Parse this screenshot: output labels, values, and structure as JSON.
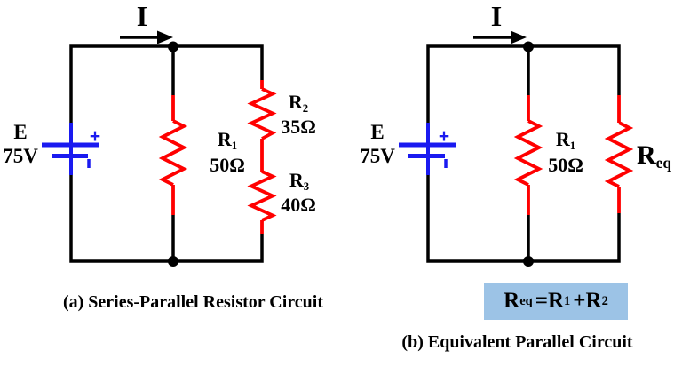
{
  "colors": {
    "wire": "#000000",
    "resistor": "#ff0000",
    "battery": "#1a1af0",
    "formula_bg": "#9cc3e6",
    "label_text": "#000000"
  },
  "circuit_a": {
    "current_label": "I",
    "source_name": "E",
    "source_value": "75V",
    "plus_sign": "+",
    "r1": {
      "base": "R",
      "sub": "1",
      "value": "50Ω"
    },
    "r2": {
      "base": "R",
      "sub": "2",
      "value": "35Ω"
    },
    "r3": {
      "base": "R",
      "sub": "3",
      "value": "40Ω"
    },
    "caption": "(a) Series-Parallel Resistor Circuit"
  },
  "circuit_b": {
    "current_label": "I",
    "source_name": "E",
    "source_value": "75V",
    "plus_sign": "+",
    "r1": {
      "base": "R",
      "sub": "1",
      "value": "50Ω"
    },
    "req": {
      "base": "R",
      "sub": "eq"
    },
    "formula": {
      "lhs_base": "R",
      "lhs_sub": "eq",
      "equals": "=",
      "t1_base": "R",
      "t1_sub": "1",
      "plus": "+",
      "t2_base": "R",
      "t2_sub": "2"
    },
    "caption": "(b) Equivalent Parallel Circuit"
  }
}
